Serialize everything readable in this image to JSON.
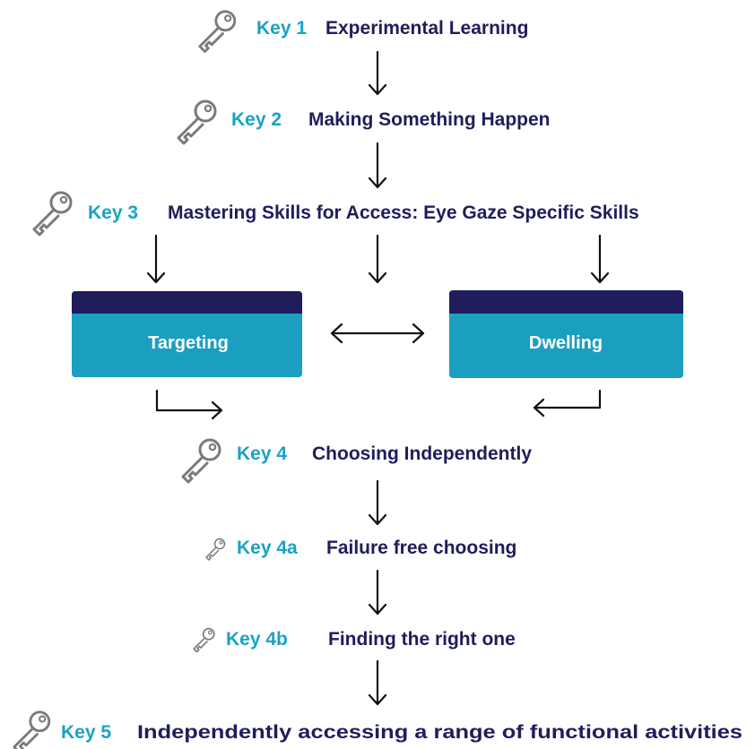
{
  "steps": {
    "key1": {
      "label": "Key 1",
      "text": "Experimental Learning"
    },
    "key2": {
      "label": "Key 2",
      "text": "Making Something Happen"
    },
    "key3": {
      "label": "Key 3",
      "text": "Mastering Skills for Access: Eye Gaze Specific Skills"
    },
    "key4": {
      "label": "Key 4",
      "text": "Choosing Independently"
    },
    "key4a": {
      "label": "Key 4a",
      "text": "Failure free choosing"
    },
    "key4b": {
      "label": "Key 4b",
      "text": "Finding the right one"
    },
    "key5": {
      "label": "Key 5",
      "text": "Independently accessing a range of functional activities"
    }
  },
  "boxes": {
    "targeting": {
      "label": "Targeting"
    },
    "dwelling": {
      "label": "Dwelling"
    }
  },
  "colors": {
    "key_label": "#19a3c4",
    "key_text": "#1f1d5c",
    "box_fill": "#1b9fc0",
    "box_header": "#1f1d5c",
    "box_text": "#ffffff",
    "arrow": "#111111"
  },
  "icons": {
    "key": "key-icon"
  }
}
